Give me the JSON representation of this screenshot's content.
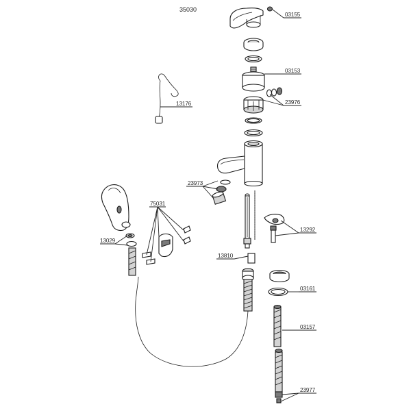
{
  "diagram": {
    "title": "35030",
    "parts": [
      {
        "id": "p03155",
        "label": "03155"
      },
      {
        "id": "p03153",
        "label": "03153"
      },
      {
        "id": "p23976",
        "label": "23976"
      },
      {
        "id": "p13176",
        "label": "13176"
      },
      {
        "id": "p23973",
        "label": "23973"
      },
      {
        "id": "p75031",
        "label": "75031"
      },
      {
        "id": "p13292",
        "label": "13292"
      },
      {
        "id": "p13029",
        "label": "13029"
      },
      {
        "id": "p13810",
        "label": "13810"
      },
      {
        "id": "p03161",
        "label": "03161"
      },
      {
        "id": "p03157",
        "label": "03157"
      },
      {
        "id": "p23977",
        "label": "23977"
      }
    ]
  }
}
